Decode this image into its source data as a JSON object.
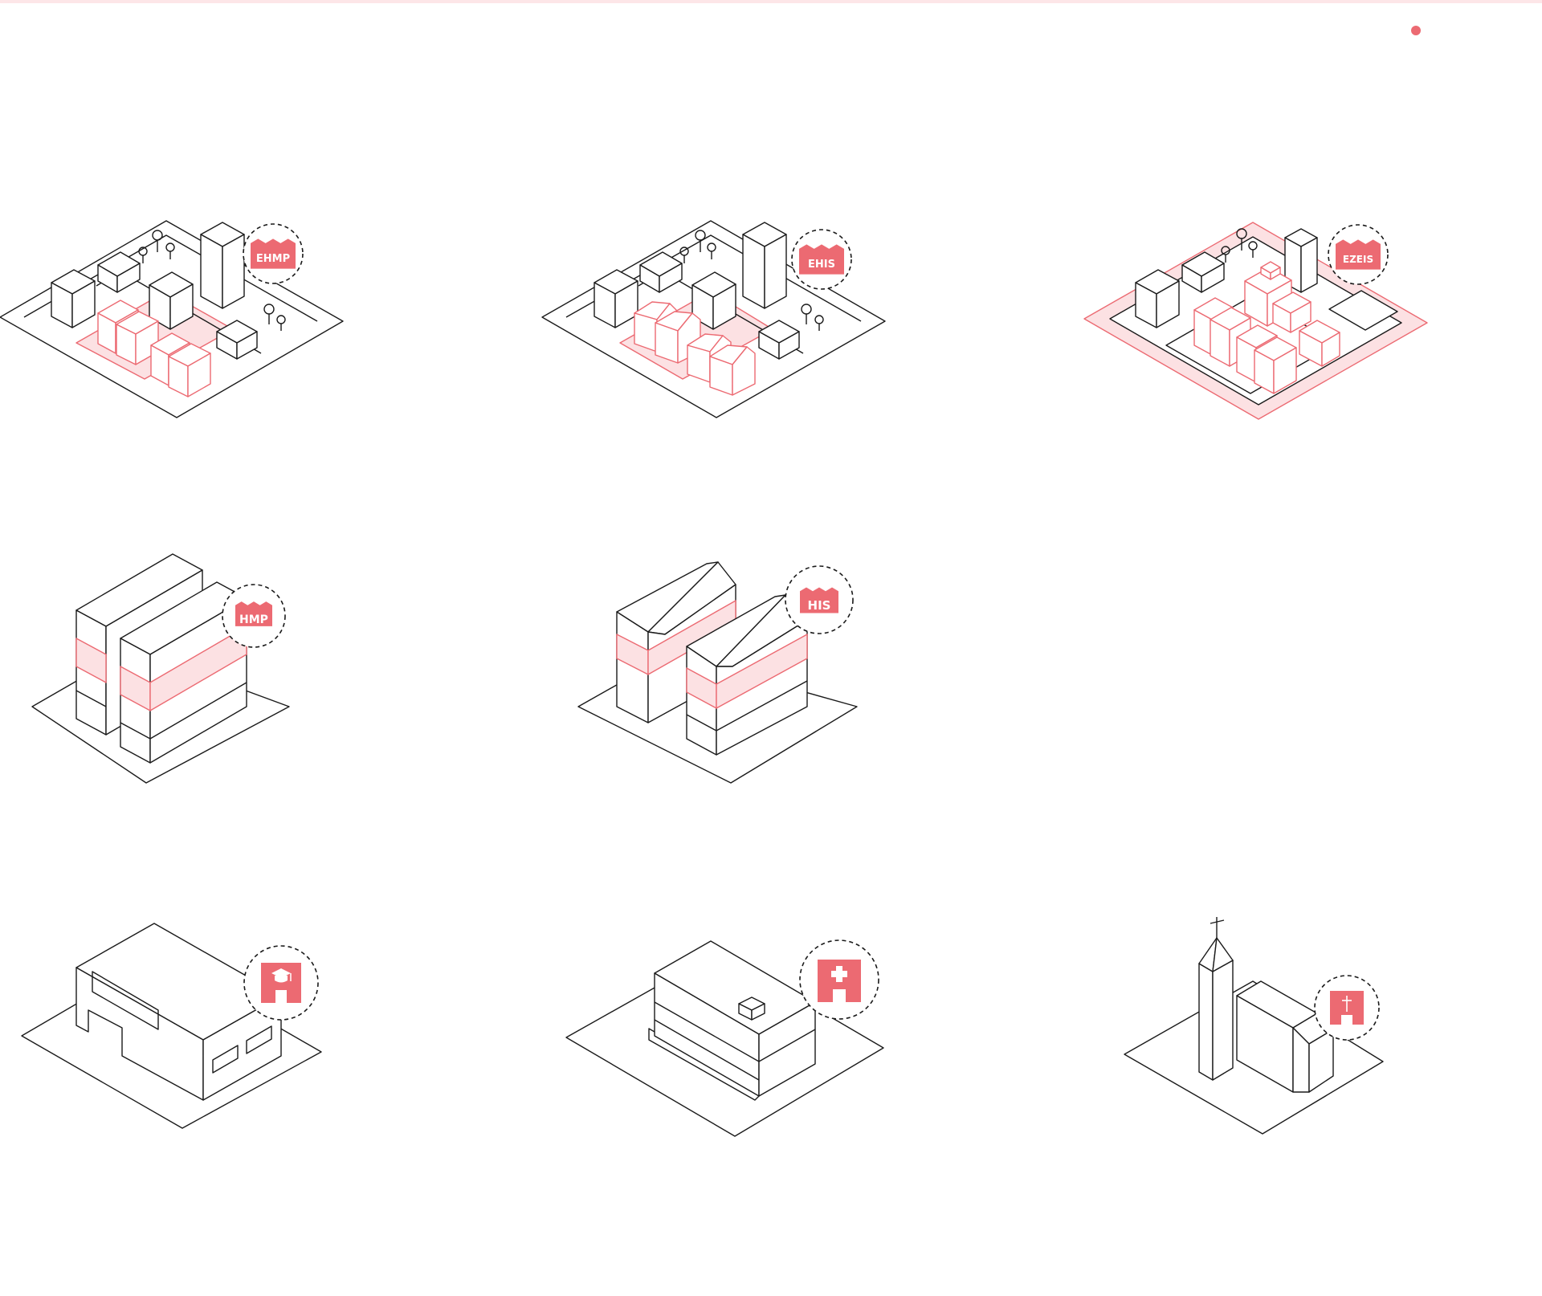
{
  "colors": {
    "accent": "#ec6a72",
    "accent_light": "#fce1e3",
    "line": "#1a1a1a"
  },
  "tiles": [
    {
      "id": "ehmp",
      "badge": "EHMP",
      "icon": "factory-icon"
    },
    {
      "id": "ehis",
      "badge": "EHIS",
      "icon": "factory-icon"
    },
    {
      "id": "ezeis",
      "badge": "EZEIS",
      "icon": "factory-icon"
    },
    {
      "id": "hmp",
      "badge": "HMP",
      "icon": "factory-icon"
    },
    {
      "id": "his",
      "badge": "HIS",
      "icon": "factory-icon"
    },
    {
      "id": "school",
      "badge": "",
      "icon": "graduation-cap-icon"
    },
    {
      "id": "hospital",
      "badge": "",
      "icon": "medical-cross-icon"
    },
    {
      "id": "church",
      "badge": "",
      "icon": "church-cross-icon"
    }
  ]
}
